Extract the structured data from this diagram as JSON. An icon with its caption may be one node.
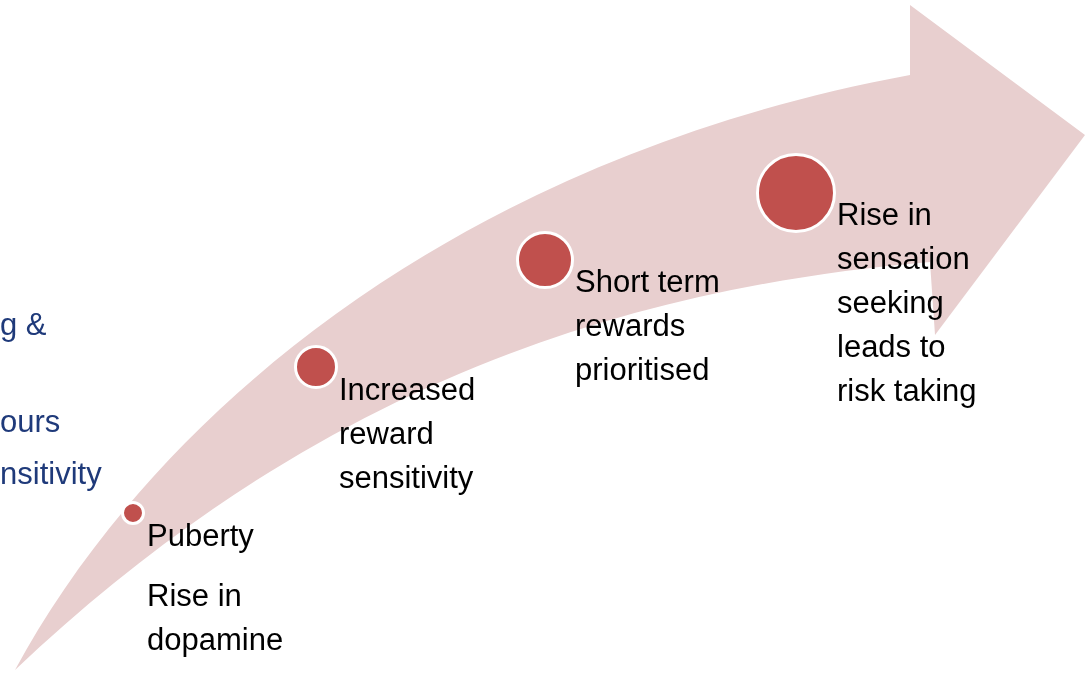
{
  "diagram": {
    "nodes": [
      {
        "text": [],
        "shape": "circle",
        "beside": [
          "Puberty",
          "Rise in dopamine"
        ]
      },
      {
        "text": [],
        "shape": "circle",
        "beside": [
          "Increased reward sensitivity"
        ]
      },
      {
        "text": [],
        "shape": "circle",
        "beside": [
          "Short term rewards prioritised"
        ]
      },
      {
        "text": [],
        "shape": "circle",
        "beside": [
          "Rise in sensation seeking leads to risk taking"
        ]
      }
    ],
    "edges": [],
    "labels": [
      "g &",
      "ours",
      "nsitivity"
    ]
  }
}
